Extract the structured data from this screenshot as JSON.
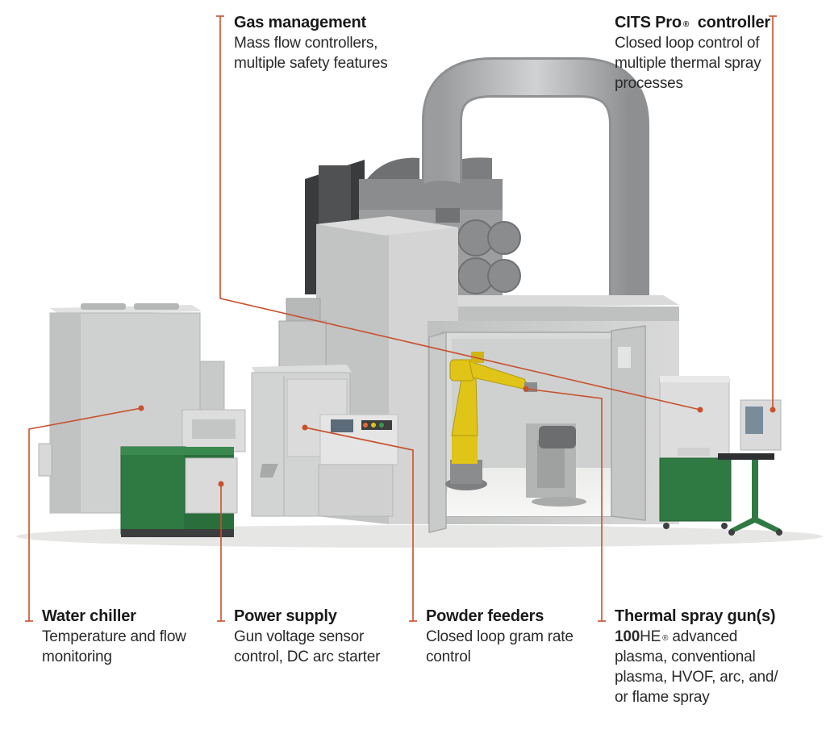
{
  "callouts": {
    "gas": {
      "title": "Gas management",
      "lines": [
        "Mass flow controllers,",
        "multiple safety features"
      ]
    },
    "cits": {
      "title": "CITS Pro",
      "title_symbol": "®",
      "title_suffix": "controller",
      "lines": [
        "Closed loop control of",
        "multiple thermal spray",
        "processes"
      ]
    },
    "water": {
      "title": "Water chiller",
      "lines": [
        "Temperature and flow",
        "monitoring"
      ]
    },
    "power": {
      "title": "Power supply",
      "lines": [
        "Gun voltage sensor",
        "control, DC arc starter"
      ]
    },
    "powder": {
      "title": "Powder feeders",
      "lines": [
        "Closed loop gram rate",
        "control"
      ]
    },
    "gun": {
      "title": "Thermal spray gun(s)",
      "model_bold": "100",
      "model_rest": "HE",
      "model_symbol": "®",
      "first_line_rest": "advanced",
      "lines": [
        "plasma, conventional",
        "plasma, HVOF, arc, and/",
        "or flame spray"
      ]
    }
  },
  "colors": {
    "leader": "#c8502c",
    "booth": "#c8cac9",
    "cabinet_green": "#2f7a43",
    "robot_yellow": "#e0c417"
  }
}
